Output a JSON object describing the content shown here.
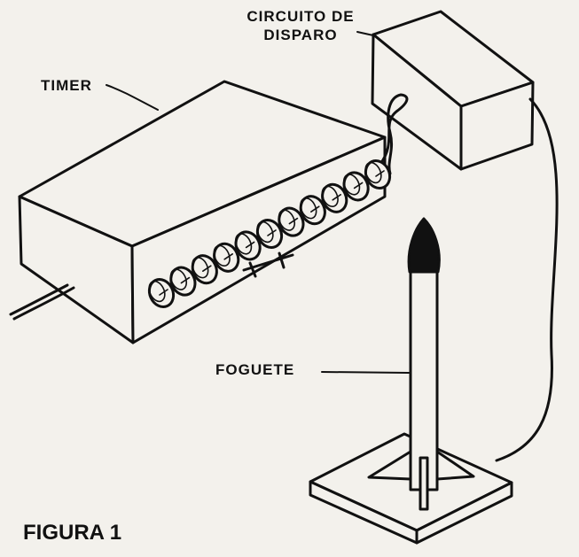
{
  "labels": {
    "circuit_line1": "CIRCUITO DE",
    "circuit_line2": "DISPARO",
    "timer": "TIMER",
    "rocket": "FOGUETE",
    "figure": "FIGURA 1"
  },
  "timer": {
    "knob_count": 11
  },
  "colors": {
    "ink": "#111111",
    "paper": "#f3f1ec"
  }
}
